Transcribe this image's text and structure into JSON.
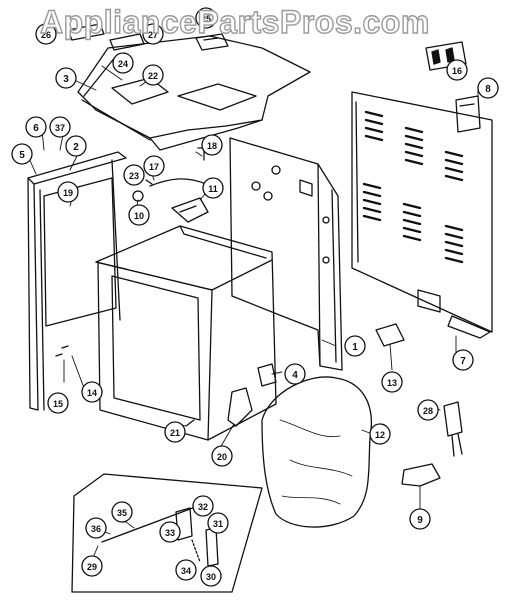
{
  "watermark": "AppliancePartsPros.com",
  "callouts": {
    "c1": "1",
    "c2": "2",
    "c3": "3",
    "c4": "4",
    "c5": "5",
    "c6": "6",
    "c7": "7",
    "c8": "8",
    "c9": "9",
    "c10": "10",
    "c11": "11",
    "c12": "12",
    "c13": "13",
    "c14": "14",
    "c15": "15",
    "c16": "16",
    "c17": "17",
    "c18": "18",
    "c19": "19",
    "c20": "20",
    "c21": "21",
    "c22": "22",
    "c23": "23",
    "c24": "24",
    "c25": "25",
    "c26": "26",
    "c27": "27",
    "c28": "28",
    "c29": "29",
    "c30": "30",
    "c31": "31",
    "c32": "32",
    "c33": "33",
    "c34": "34",
    "c35": "35",
    "c36": "36",
    "c37": "37"
  }
}
